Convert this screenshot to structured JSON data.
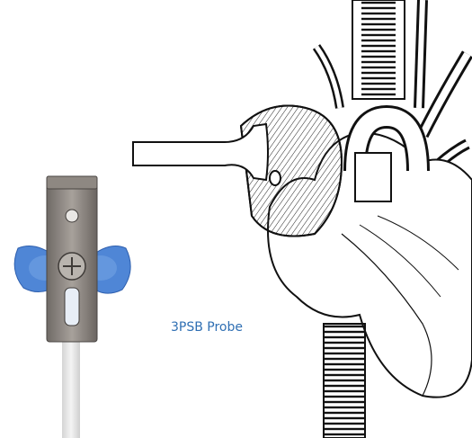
{
  "image": {
    "caption": "3PSB Probe",
    "caption_color": "#2f6fb3",
    "subjects": [
      "probe-photo",
      "heart-illustration"
    ]
  }
}
